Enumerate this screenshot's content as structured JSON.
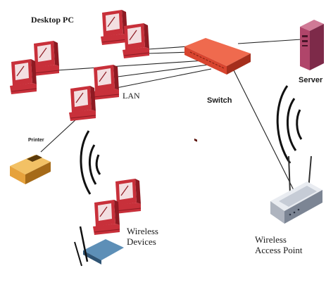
{
  "labels": {
    "desktop_pc": "Desktop PC",
    "lan": "LAN",
    "switch": "Switch",
    "server": "Server",
    "printer": "Printer",
    "wireless_devices": [
      "Wireless",
      "Devices"
    ],
    "wireless_access_point": [
      "Wireless",
      "Access Point"
    ]
  },
  "colors": {
    "pc_body": "#c8303a",
    "pc_shadow": "#8e1a22",
    "pc_screen": "#f3dfe1",
    "switch_body": "#d8452f",
    "switch_top": "#ef6a4e",
    "server_body": "#b0456a",
    "server_side": "#7d2a49",
    "printer_body": "#e6a23c",
    "printer_dark": "#a56a18",
    "ap_body": "#dfe3ea",
    "ap_dark": "#7c8594",
    "wire": "#222222",
    "signal": "#111111"
  },
  "icons": {
    "computer": "desktop-computer-icon",
    "switch": "network-switch-icon",
    "server": "server-tower-icon",
    "printer": "printer-icon",
    "access_point": "wireless-router-icon",
    "signal": "wireless-signal-icon"
  }
}
